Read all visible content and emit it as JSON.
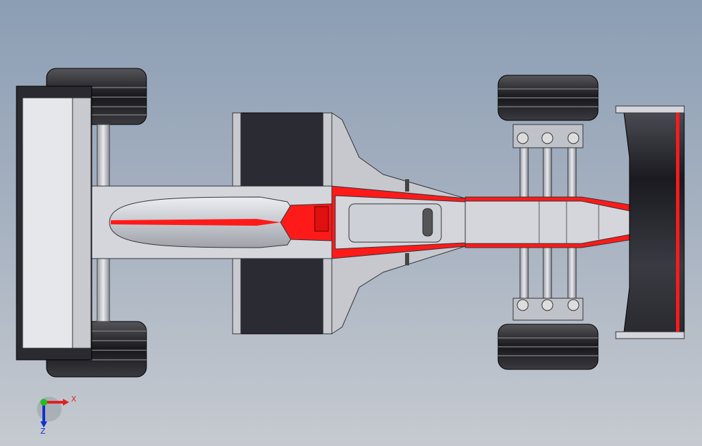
{
  "viewport": {
    "model": "formula-one-car",
    "view": "top"
  },
  "triad": {
    "x_label": "X",
    "z_label": "Z",
    "colors": {
      "x": "#e02020",
      "y": "#20c020",
      "z": "#1030d0"
    }
  },
  "colors": {
    "body": "#d4d6dc",
    "accent": "#ff1a1a",
    "tire": "#222226",
    "sidepod": "#2b2b33"
  }
}
